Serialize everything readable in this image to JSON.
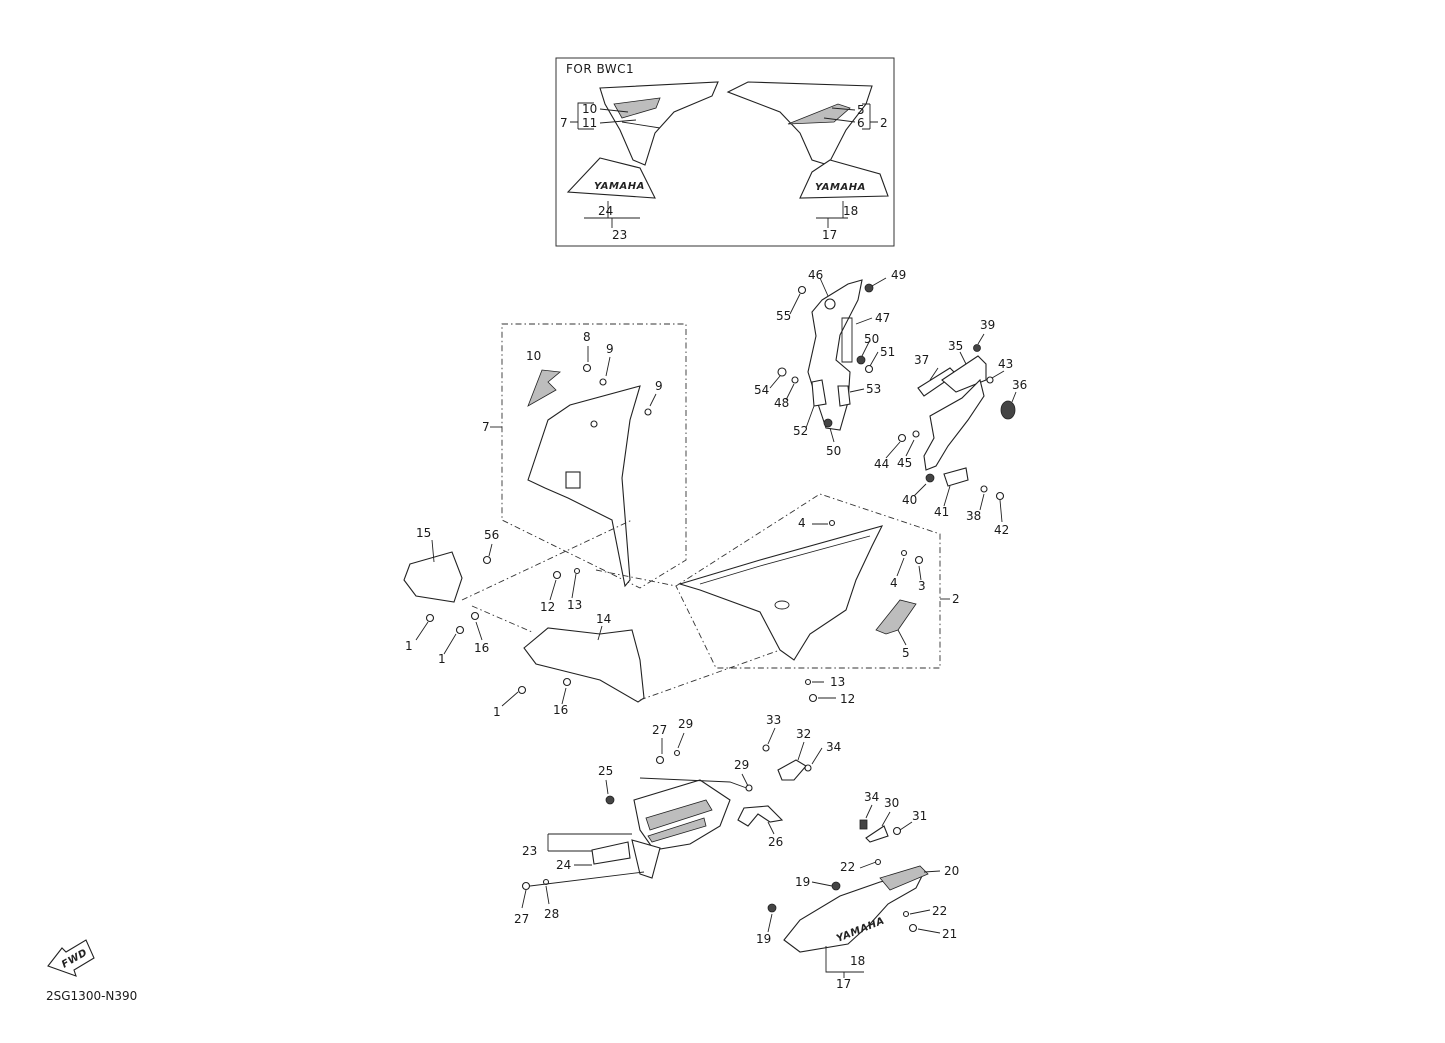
{
  "diagram": {
    "inset_title": "FOR BWC1",
    "drawing_code": "2SG1300-N390",
    "fwd_label": "FWD",
    "brand_text": "YAMAHA",
    "callouts": [
      {
        "id": "c-10-inset",
        "text": "10"
      },
      {
        "id": "c-11-inset",
        "text": "11"
      },
      {
        "id": "c-7-inset",
        "text": "7"
      },
      {
        "id": "c-5-inset",
        "text": "5"
      },
      {
        "id": "c-6-inset",
        "text": "6"
      },
      {
        "id": "c-2-inset",
        "text": "2"
      },
      {
        "id": "c-24-inset",
        "text": "24"
      },
      {
        "id": "c-23-inset",
        "text": "23"
      },
      {
        "id": "c-18-inset",
        "text": "18"
      },
      {
        "id": "c-17-inset",
        "text": "17"
      },
      {
        "id": "c-46",
        "text": "46"
      },
      {
        "id": "c-49",
        "text": "49"
      },
      {
        "id": "c-55",
        "text": "55"
      },
      {
        "id": "c-47",
        "text": "47"
      },
      {
        "id": "c-50a",
        "text": "50"
      },
      {
        "id": "c-51",
        "text": "51"
      },
      {
        "id": "c-54",
        "text": "54"
      },
      {
        "id": "c-48",
        "text": "48"
      },
      {
        "id": "c-53",
        "text": "53"
      },
      {
        "id": "c-52",
        "text": "52"
      },
      {
        "id": "c-50b",
        "text": "50"
      },
      {
        "id": "c-39",
        "text": "39"
      },
      {
        "id": "c-35",
        "text": "35"
      },
      {
        "id": "c-37",
        "text": "37"
      },
      {
        "id": "c-43",
        "text": "43"
      },
      {
        "id": "c-36",
        "text": "36"
      },
      {
        "id": "c-44",
        "text": "44"
      },
      {
        "id": "c-45",
        "text": "45"
      },
      {
        "id": "c-40",
        "text": "40"
      },
      {
        "id": "c-41",
        "text": "41"
      },
      {
        "id": "c-38",
        "text": "38"
      },
      {
        "id": "c-42",
        "text": "42"
      },
      {
        "id": "c-8",
        "text": "8"
      },
      {
        "id": "c-9a",
        "text": "9"
      },
      {
        "id": "c-9b",
        "text": "9"
      },
      {
        "id": "c-10",
        "text": "10"
      },
      {
        "id": "c-7",
        "text": "7"
      },
      {
        "id": "c-15",
        "text": "15"
      },
      {
        "id": "c-56",
        "text": "56"
      },
      {
        "id": "c-12a",
        "text": "12"
      },
      {
        "id": "c-13a",
        "text": "13"
      },
      {
        "id": "c-14",
        "text": "14"
      },
      {
        "id": "c-1a",
        "text": "1"
      },
      {
        "id": "c-1b",
        "text": "1"
      },
      {
        "id": "c-16a",
        "text": "16"
      },
      {
        "id": "c-1c",
        "text": "1"
      },
      {
        "id": "c-16b",
        "text": "16"
      },
      {
        "id": "c-4a",
        "text": "4"
      },
      {
        "id": "c-4b",
        "text": "4"
      },
      {
        "id": "c-3",
        "text": "3"
      },
      {
        "id": "c-2",
        "text": "2"
      },
      {
        "id": "c-5",
        "text": "5"
      },
      {
        "id": "c-13b",
        "text": "13"
      },
      {
        "id": "c-12b",
        "text": "12"
      },
      {
        "id": "c-27a",
        "text": "27"
      },
      {
        "id": "c-29a",
        "text": "29"
      },
      {
        "id": "c-33",
        "text": "33"
      },
      {
        "id": "c-32",
        "text": "32"
      },
      {
        "id": "c-34a",
        "text": "34"
      },
      {
        "id": "c-25",
        "text": "25"
      },
      {
        "id": "c-29b",
        "text": "29"
      },
      {
        "id": "c-26",
        "text": "26"
      },
      {
        "id": "c-23",
        "text": "23"
      },
      {
        "id": "c-24",
        "text": "24"
      },
      {
        "id": "c-27b",
        "text": "27"
      },
      {
        "id": "c-28",
        "text": "28"
      },
      {
        "id": "c-34b",
        "text": "34"
      },
      {
        "id": "c-30",
        "text": "30"
      },
      {
        "id": "c-31",
        "text": "31"
      },
      {
        "id": "c-22a",
        "text": "22"
      },
      {
        "id": "c-20",
        "text": "20"
      },
      {
        "id": "c-19a",
        "text": "19"
      },
      {
        "id": "c-22b",
        "text": "22"
      },
      {
        "id": "c-21",
        "text": "21"
      },
      {
        "id": "c-19b",
        "text": "19"
      },
      {
        "id": "c-18",
        "text": "18"
      },
      {
        "id": "c-17",
        "text": "17"
      }
    ]
  }
}
